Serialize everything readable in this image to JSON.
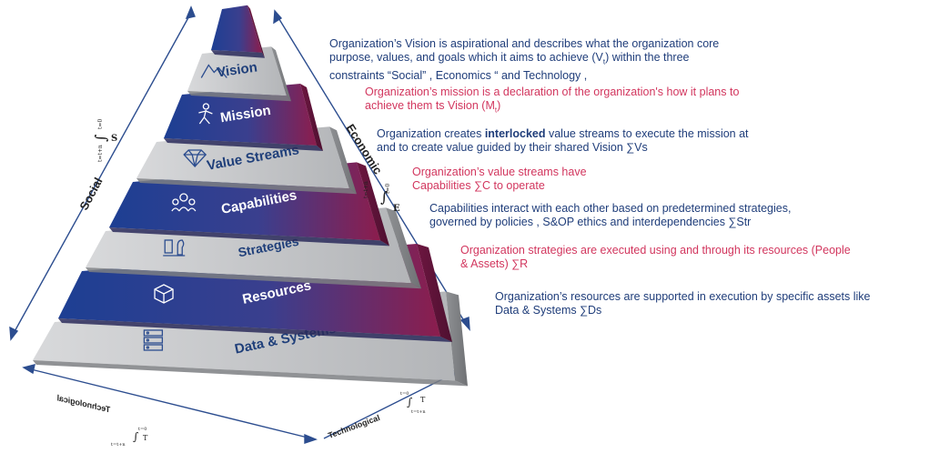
{
  "layers": [
    {
      "label": "",
      "icon": "peak-tip",
      "color": "gradient"
    },
    {
      "label": "Vision",
      "icon": "mountain-icon",
      "color": "grey"
    },
    {
      "label": "Mission",
      "icon": "hiker-icon",
      "color": "gradient"
    },
    {
      "label": "Value Streams",
      "icon": "diamond-icon",
      "color": "grey"
    },
    {
      "label": "Capabilities",
      "icon": "team-icon",
      "color": "gradient"
    },
    {
      "label": "Strategies",
      "icon": "chess-icon",
      "color": "grey"
    },
    {
      "label": "Resources",
      "icon": "package-icon",
      "color": "gradient"
    },
    {
      "label": "Data & Systems",
      "icon": "server-icon",
      "color": "grey"
    }
  ],
  "axes": {
    "social": "Social",
    "economic": "Economic",
    "technological_left": "Technological",
    "technological_bottom": "Technological"
  },
  "formulas": {
    "social": {
      "upper": "t=0",
      "lower": "t=t+n",
      "var": "S"
    },
    "economic": {
      "upper": "t=0",
      "lower": "t=t+n",
      "var": "E"
    },
    "tech_left": {
      "upper": "t=0",
      "lower": "t=t+n",
      "var": "T"
    },
    "tech_right": {
      "upper": "t=0",
      "lower": "t=t+n",
      "var": "T"
    }
  },
  "descriptions": {
    "vision_l1": "Organization’s Vision is aspirational and describes what the organization core",
    "vision_l2": "purpose, values, and goals which it aims to achieve (V",
    "vision_sub": "t",
    "vision_l2b": ") within the three",
    "vision_l3": "constraints “Social” , Economics “ and Technology ,",
    "mission_l1": "Organization’s mission is a declaration of the organization's how it plans to",
    "mission_l2": "achieve them ts Vision (M",
    "mission_sub": "t",
    "mission_l2b": ")",
    "vs_l1a": "Organization creates ",
    "vs_l1b": "interlocked",
    "vs_l1c": " value streams to execute the mission at",
    "vs_l2": " and to create value guided by their  shared Vision ∑Vs",
    "cap_l1": "Organization’s value streams have",
    "cap_l2": "Capabilities ∑C to operate",
    "str_l1": "Capabilities interact with each other based on predetermined strategies,",
    "str_l2": "governed by policies , S&OP ethics and interdependencies  ∑Str",
    "res_l1": "Organization strategies are executed using and through its resources (People",
    "res_l2": "& Assets) ∑R",
    "data_l1": "Organization’s resources are supported in execution by specific assets like",
    "data_l2": "Data & Systems ∑Ds"
  },
  "colors": {
    "blue": "#1f3d7a",
    "pink": "#d2365e",
    "navy": "#1e3f8f",
    "maroon": "#8e1f4c",
    "grey_light": "#c9cacc",
    "grey_dark": "#9fa1a4"
  }
}
